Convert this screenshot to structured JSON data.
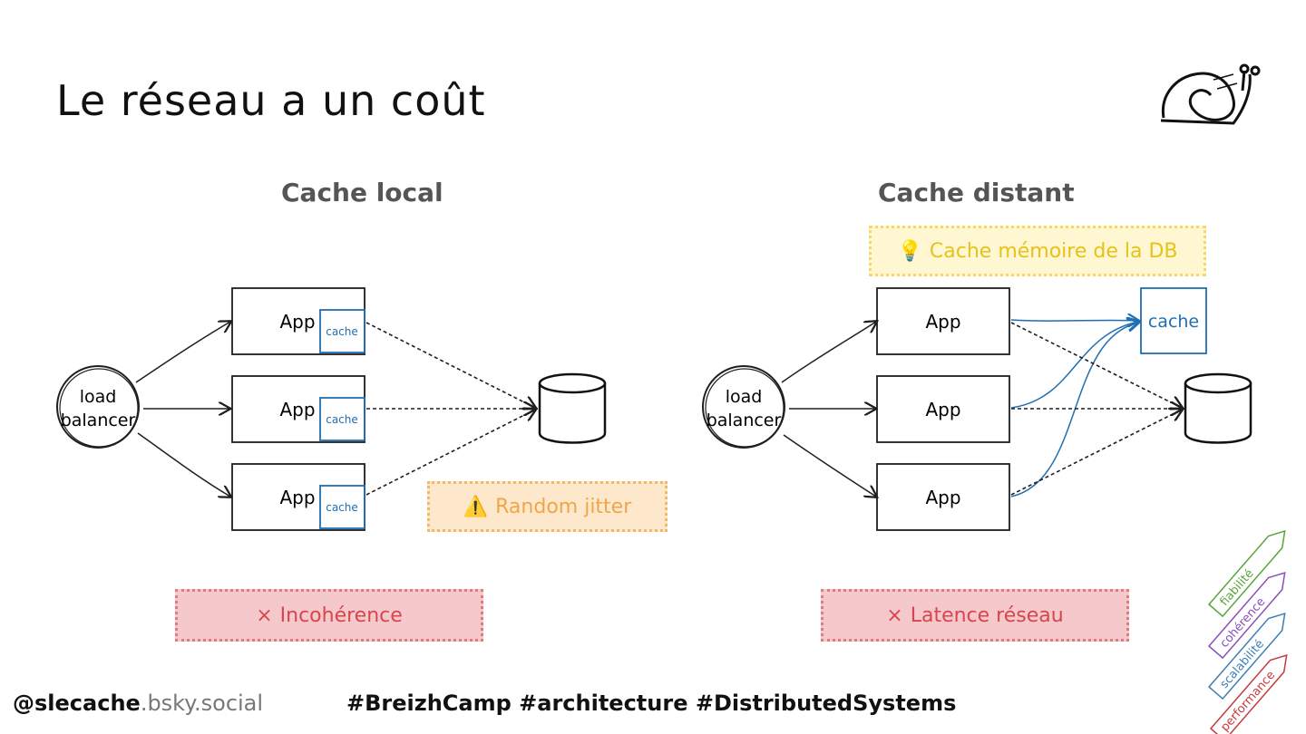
{
  "slide": {
    "title": "Le réseau a un coût"
  },
  "local": {
    "title": "Cache local",
    "load_balancer": [
      "load",
      "balancer"
    ],
    "apps": [
      {
        "label": "App",
        "cache_label": "cache"
      },
      {
        "label": "App",
        "cache_label": "cache"
      },
      {
        "label": "App",
        "cache_label": "cache"
      }
    ],
    "warning": {
      "icon": "warning-icon",
      "glyph": "⚠️",
      "text": "Random jitter"
    },
    "problem": {
      "glyph": "×",
      "text": "Incohérence"
    }
  },
  "remote": {
    "title": "Cache distant",
    "load_balancer": [
      "load",
      "balancer"
    ],
    "apps": [
      {
        "label": "App"
      },
      {
        "label": "App"
      },
      {
        "label": "App"
      }
    ],
    "cache_label": "cache",
    "tip": {
      "icon": "lightbulb-icon",
      "glyph": "💡",
      "text": "Cache mémoire de la DB"
    },
    "problem": {
      "glyph": "×",
      "text": "Latence réseau"
    }
  },
  "tags_stack": [
    {
      "text": "fiabilité",
      "color": "#5aa43c"
    },
    {
      "text": "cohérence",
      "color": "#8a4fb8"
    },
    {
      "text": "scalabilité",
      "color": "#3b7fb5"
    },
    {
      "text": "performance",
      "color": "#c8393c"
    }
  ],
  "colors": {
    "cache_blue": "#1f6fb2",
    "ink": "#1e1e1e"
  },
  "footer": {
    "handle": "@slecache",
    "domain": ".bsky.social",
    "hashtags": "#BreizhCamp #architecture #DistributedSystems"
  }
}
